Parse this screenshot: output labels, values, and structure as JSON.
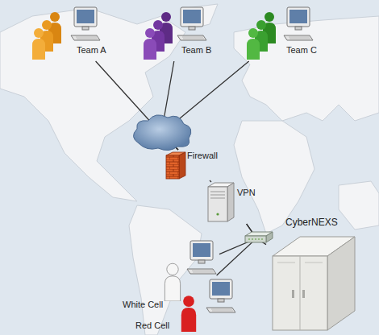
{
  "diagram": {
    "nodes": [
      {
        "text": [
          "Team A"
        ]
      },
      {
        "text": [
          "Team B"
        ]
      },
      {
        "text": [
          "Team C"
        ]
      },
      {
        "text": [
          "Firewall"
        ]
      },
      {
        "text": [
          "VPN"
        ]
      },
      {
        "text": [
          "White Cell"
        ]
      },
      {
        "text": [
          "Red Cell"
        ]
      },
      {
        "text": [
          "CyberNEXS"
        ]
      }
    ],
    "edges": [
      {
        "from": 0,
        "to": 3,
        "arrow": "none"
      },
      {
        "from": 1,
        "to": 3,
        "arrow": "none"
      },
      {
        "from": 2,
        "to": 3,
        "arrow": "none"
      },
      {
        "from": 3,
        "to": 4,
        "arrow": "none"
      },
      {
        "from": 4,
        "to": 5,
        "arrow": "none"
      },
      {
        "from": 4,
        "to": 6,
        "arrow": "none"
      },
      {
        "from": 4,
        "to": 7,
        "arrow": "none"
      }
    ]
  }
}
